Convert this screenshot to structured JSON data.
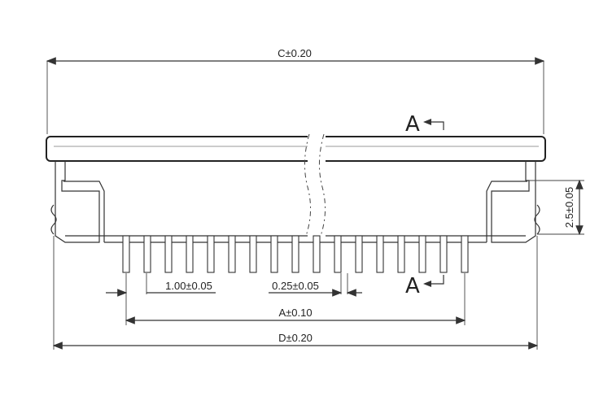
{
  "dimensions": {
    "c": "C±0.20",
    "pitch": "1.00±0.05",
    "pin_width": "0.25±0.05",
    "a": "A±0.10",
    "d": "D±0.20",
    "height": "2.5±0.05"
  },
  "section_markers": {
    "top": "A",
    "bottom": "A"
  },
  "pins": {
    "count": 17
  }
}
